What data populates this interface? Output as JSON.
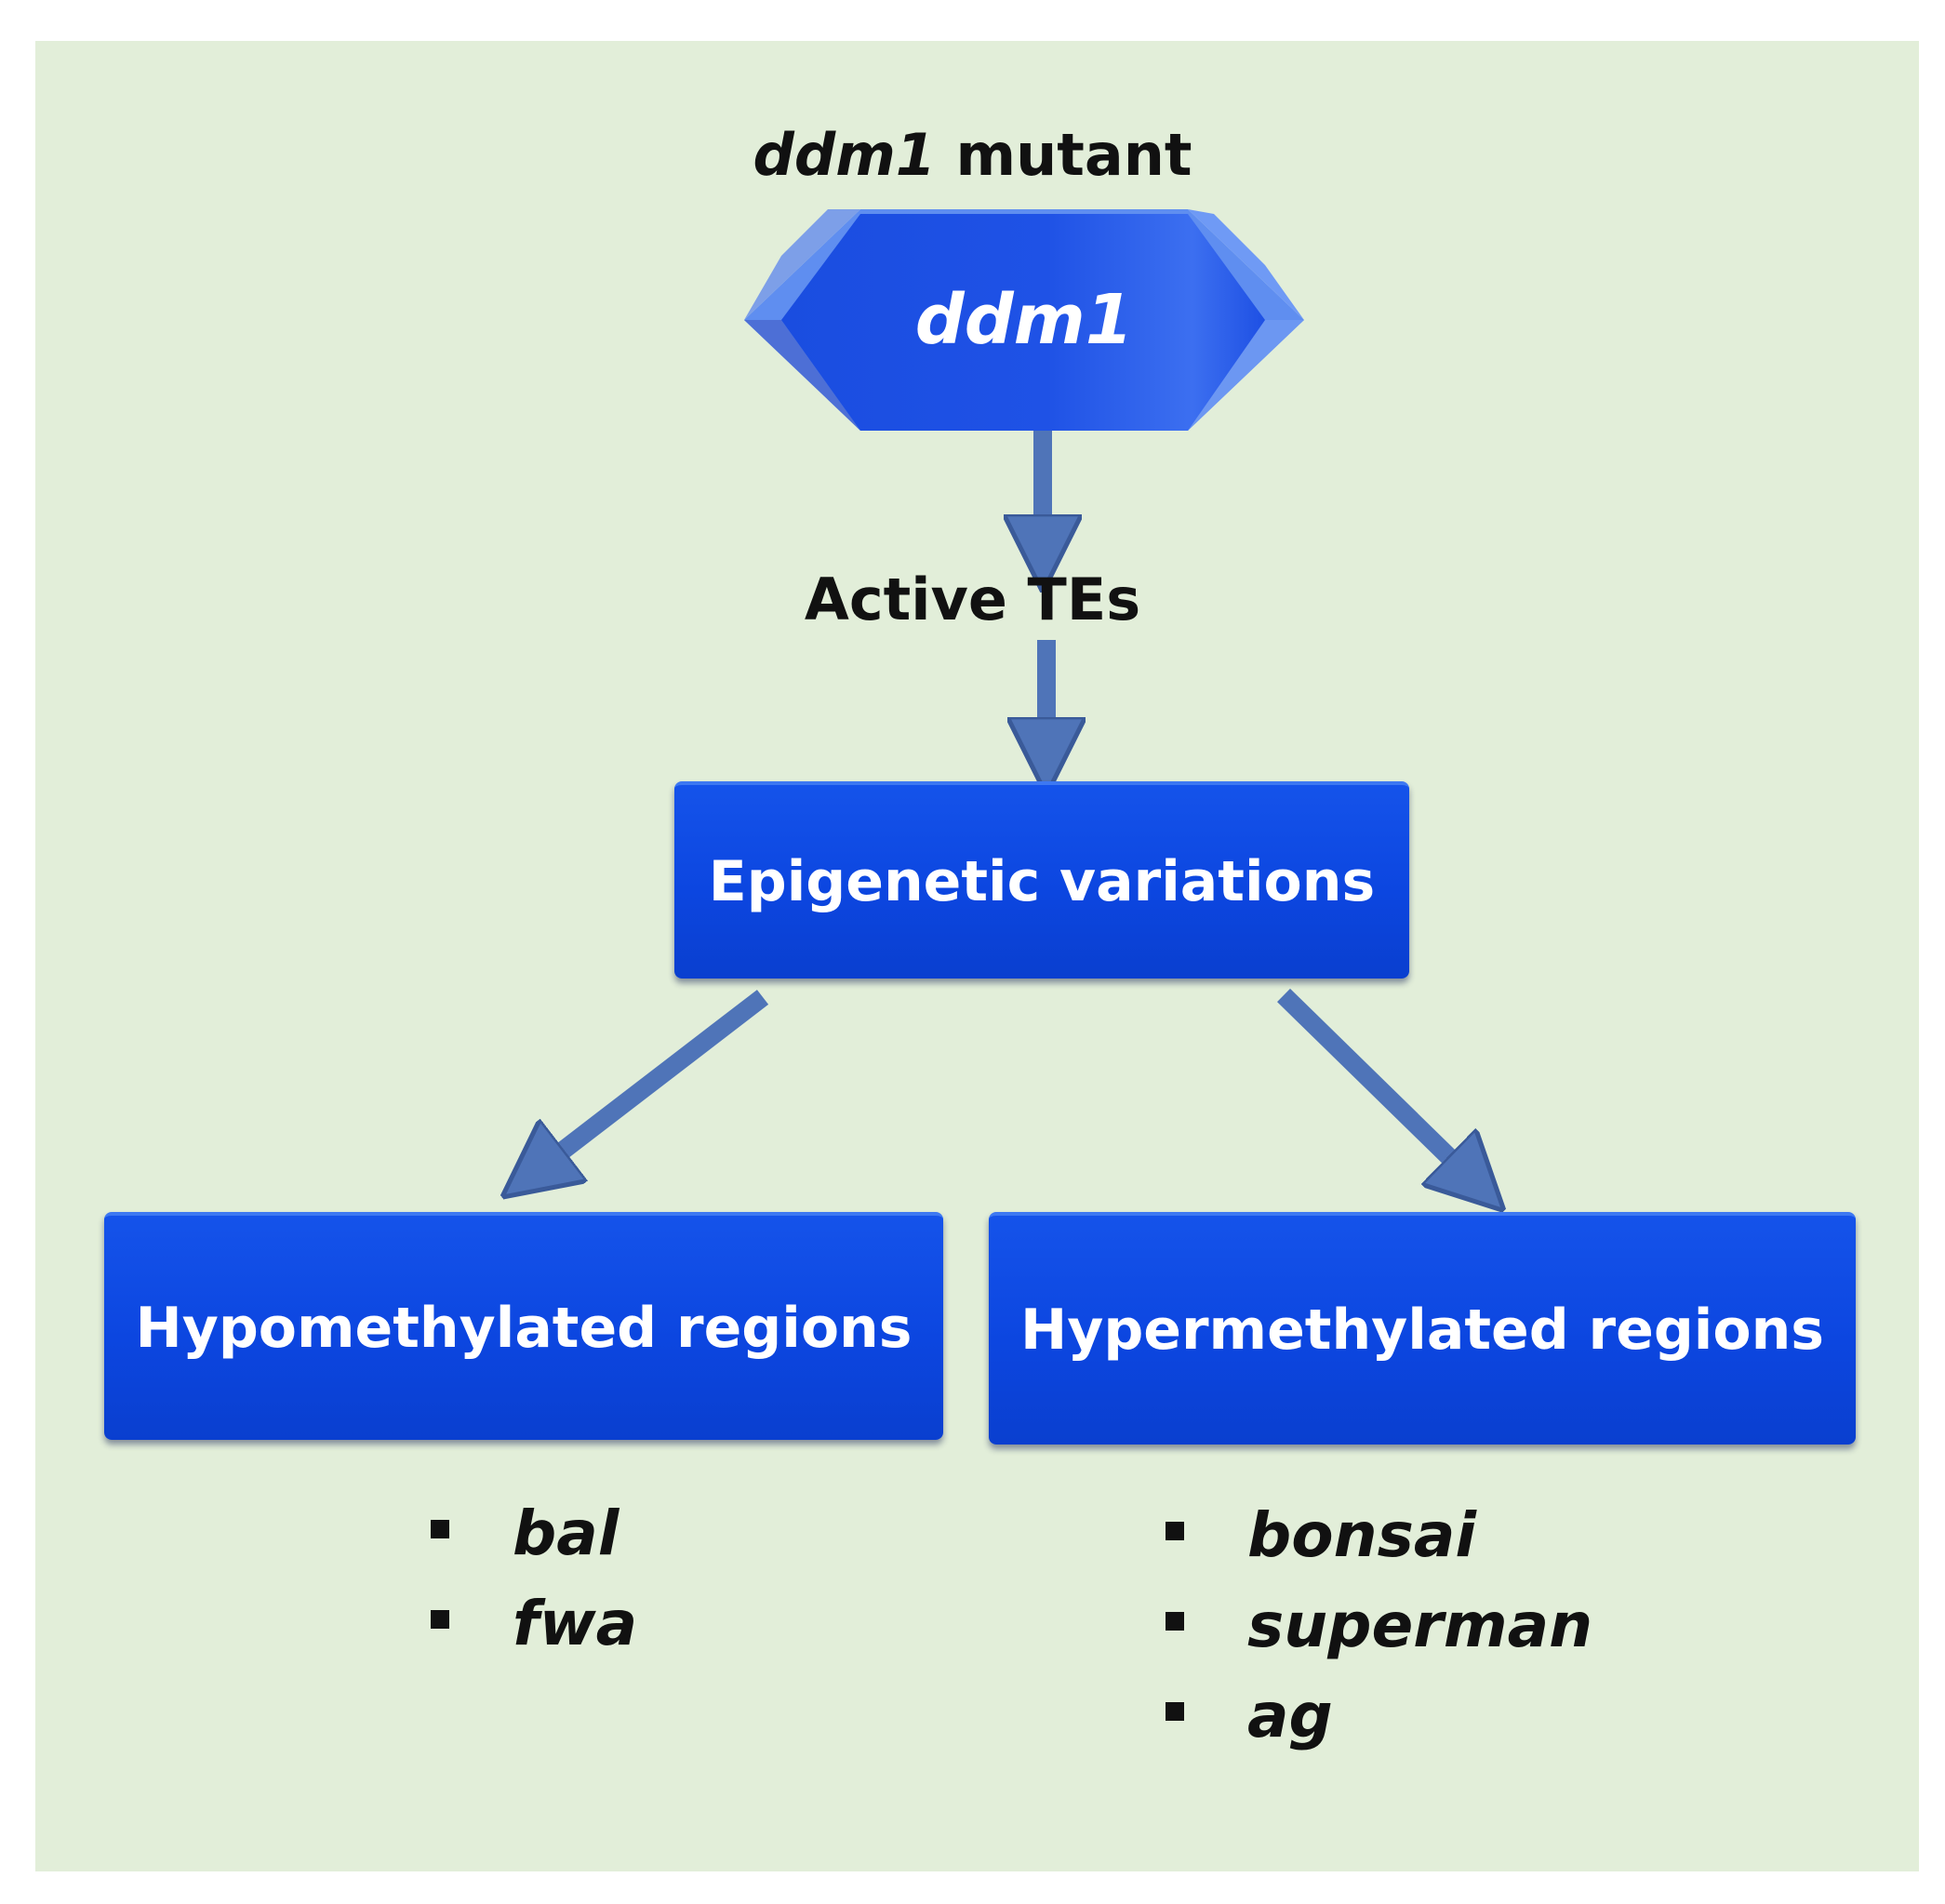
{
  "diagram": {
    "top_label": {
      "gene": "ddm1",
      "suffix": "mutant"
    },
    "hexagon_label": "ddm1",
    "mid_label": "Active TEs",
    "center_box": "Epigenetic variations",
    "left_box": "Hypomethylated regions",
    "right_box": "Hypermethylated regions",
    "left_genes": [
      "bal",
      "fwa"
    ],
    "right_genes": [
      "bonsai",
      "superman",
      "ag"
    ]
  },
  "colors": {
    "background_panel": "#e2eed9",
    "box_blue": "#0c46e0",
    "arrow_blue": "#4f74b8",
    "text_dark": "#111111"
  }
}
